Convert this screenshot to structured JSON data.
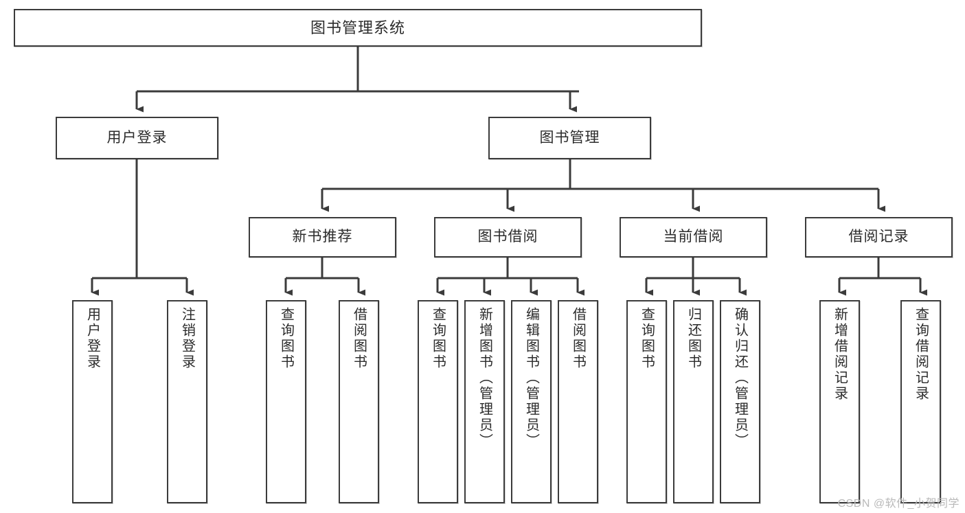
{
  "diagram": {
    "title": "图书管理系统",
    "type": "hierarchy-tree",
    "watermark": "CSDN @软件_小贺同学",
    "style": {
      "border_color": "#3b3b3b",
      "box_fill": "#ffffff",
      "text_color": "#2b2b2b",
      "page_background": "#ffffff",
      "watermark_color": "#b9b9b9"
    },
    "nodes": {
      "root": {
        "label": "图书管理系统",
        "level": 1
      },
      "level2": [
        {
          "label": "用户登录"
        },
        {
          "label": "图书管理"
        }
      ],
      "level3": [
        {
          "label": "新书推荐"
        },
        {
          "label": "图书借阅"
        },
        {
          "label": "当前借阅"
        },
        {
          "label": "借阅记录"
        }
      ],
      "leaves": {
        "user_login": [
          {
            "label": "用户登录"
          },
          {
            "label": "注销登录"
          }
        ],
        "new_book_recommend": [
          {
            "label": "查询图书"
          },
          {
            "label": "借阅图书"
          }
        ],
        "book_borrow": [
          {
            "label": "查询图书"
          },
          {
            "label": "新增图书（管理员）"
          },
          {
            "label": "编辑图书（管理员）"
          },
          {
            "label": "借阅图书"
          }
        ],
        "current_borrow": [
          {
            "label": "查询图书"
          },
          {
            "label": "归还图书"
          },
          {
            "label": "确认归还（管理员）"
          }
        ],
        "borrow_record": [
          {
            "label": "新增借阅记录"
          },
          {
            "label": "查询借阅记录"
          }
        ]
      }
    }
  }
}
